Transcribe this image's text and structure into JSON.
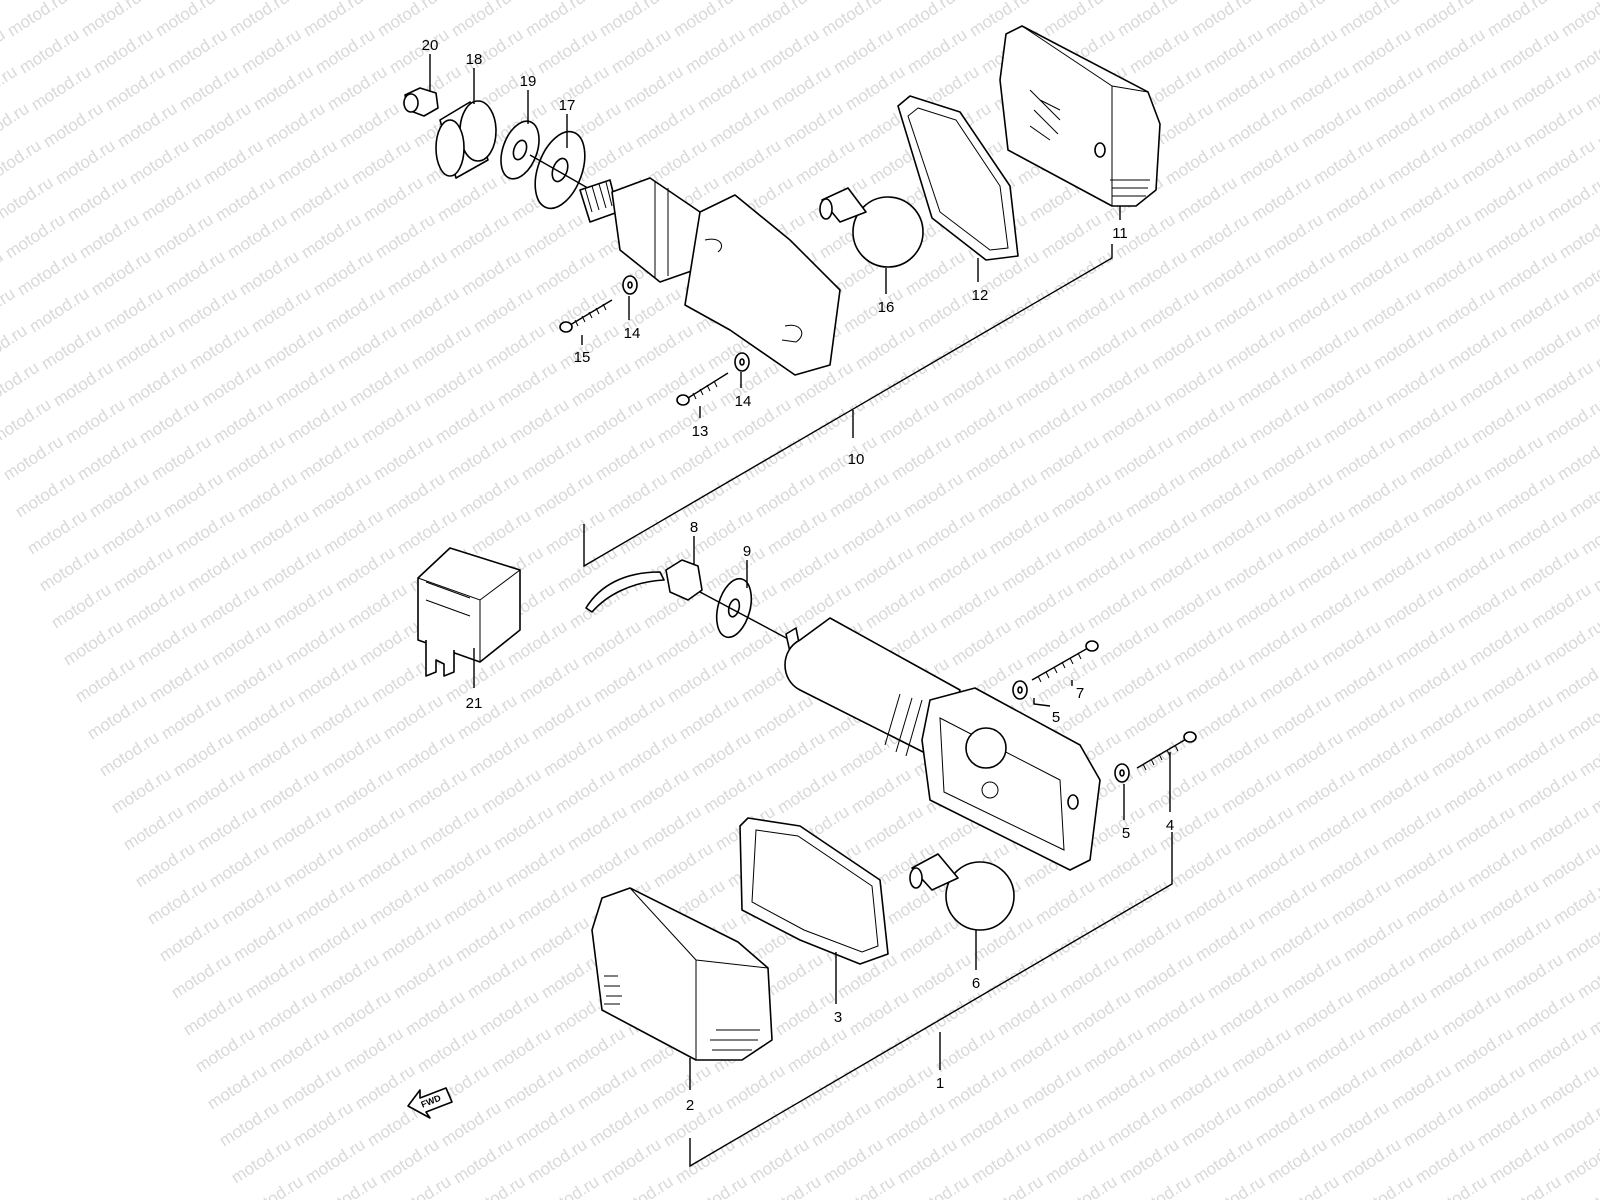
{
  "watermark": "motod.ru",
  "fwd_label": "FWD",
  "callouts": {
    "c1": "1",
    "c2": "2",
    "c3": "3",
    "c4": "4",
    "c5a": "5",
    "c5b": "5",
    "c6": "6",
    "c7": "7",
    "c8": "8",
    "c9": "9",
    "c10": "10",
    "c11": "11",
    "c12": "12",
    "c13": "13",
    "c14a": "14",
    "c14b": "14",
    "c15": "15",
    "c16": "16",
    "c17": "17",
    "c18": "18",
    "c19": "19",
    "c20": "20",
    "c21": "21"
  }
}
